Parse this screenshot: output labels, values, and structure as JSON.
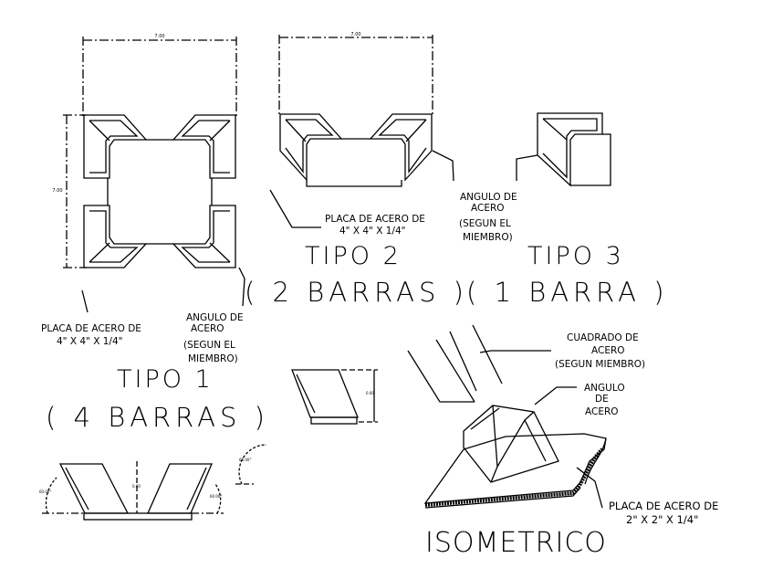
{
  "labels": {
    "dim_top_left": "7.00",
    "dim_left_vertical": "7.00",
    "dim_top_mid": "7.00",
    "dim_small_vertical": "0.00",
    "dim_bottom_center": "0.00",
    "angle_left": "60.00°",
    "angle_right": "60.00°",
    "angle_mid": "60.00°",
    "angulo_de_l1": "ANGULO DE",
    "angulo_de_l2": "ACERO",
    "angulo_de_l3": "(SEGUN EL",
    "angulo_de_l4": "MIEMBRO)",
    "placa_mid_l1": "PLACA DE ACERO DE",
    "placa_mid_l2": "4\" X 4\" X 1/4\"",
    "tipo2": "TIPO 2",
    "tipo3": "TIPO 3",
    "barras2": "( 2 BARRAS )",
    "barra1": "( 1 BARRA )",
    "placa_left_l1": "PLACA DE ACERO DE",
    "placa_left_l2": "4\" X 4\" X 1/4\"",
    "angulo_left_l1": "ANGULO DE",
    "angulo_left_l2": "ACERO",
    "angulo_left_l3": "(SEGUN EL",
    "angulo_left_l4": "MIEMBRO)",
    "tipo1": "TIPO 1",
    "barras4": "( 4 BARRAS )",
    "cuadrado_l1": "CUADRADO DE",
    "cuadrado_l2": "ACERO",
    "cuadrado_l3": "(SEGUN MIEMBRO)",
    "angulo_iso_l1": "ANGULO",
    "angulo_iso_l2": "DE",
    "angulo_iso_l3": "ACERO",
    "placa_iso_l1": "PLACA DE ACERO DE",
    "placa_iso_l2": "2\" X 2\" X 1/4\"",
    "isometrico": "ISOMETRICO"
  }
}
